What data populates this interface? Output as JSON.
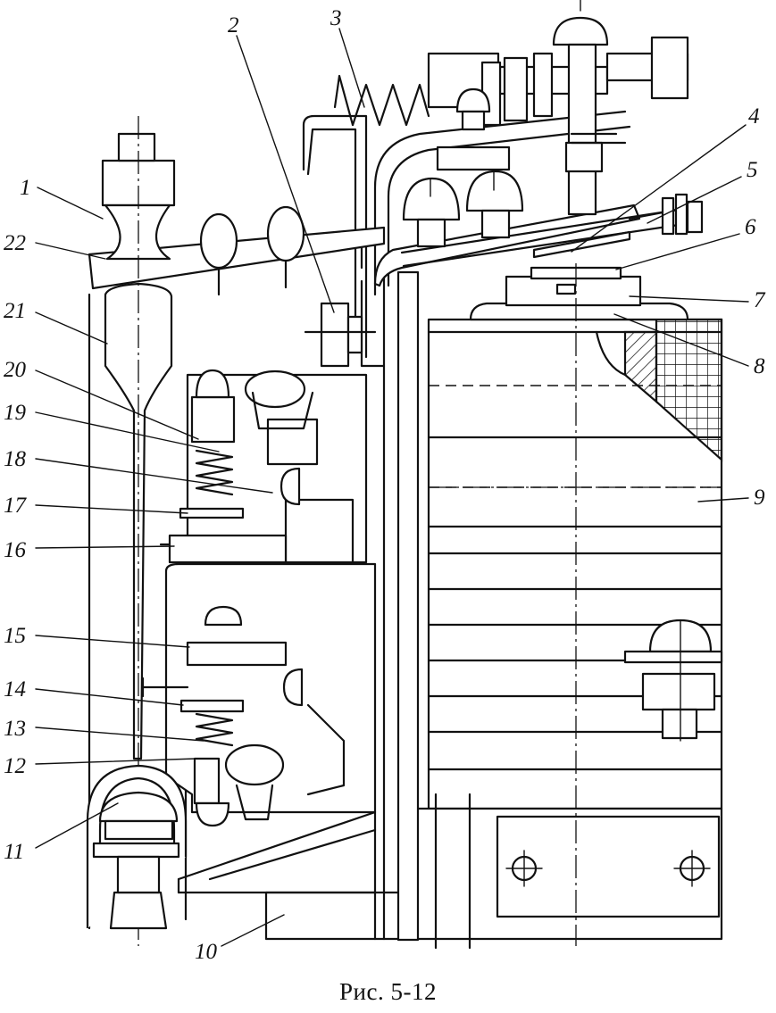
{
  "figure": {
    "caption": "Рис. 5-12",
    "callouts": [
      "1",
      "2",
      "3",
      "4",
      "5",
      "6",
      "7",
      "8",
      "9",
      "10",
      "11",
      "12",
      "13",
      "14",
      "15",
      "16",
      "17",
      "18",
      "19",
      "20",
      "21",
      "22"
    ]
  }
}
